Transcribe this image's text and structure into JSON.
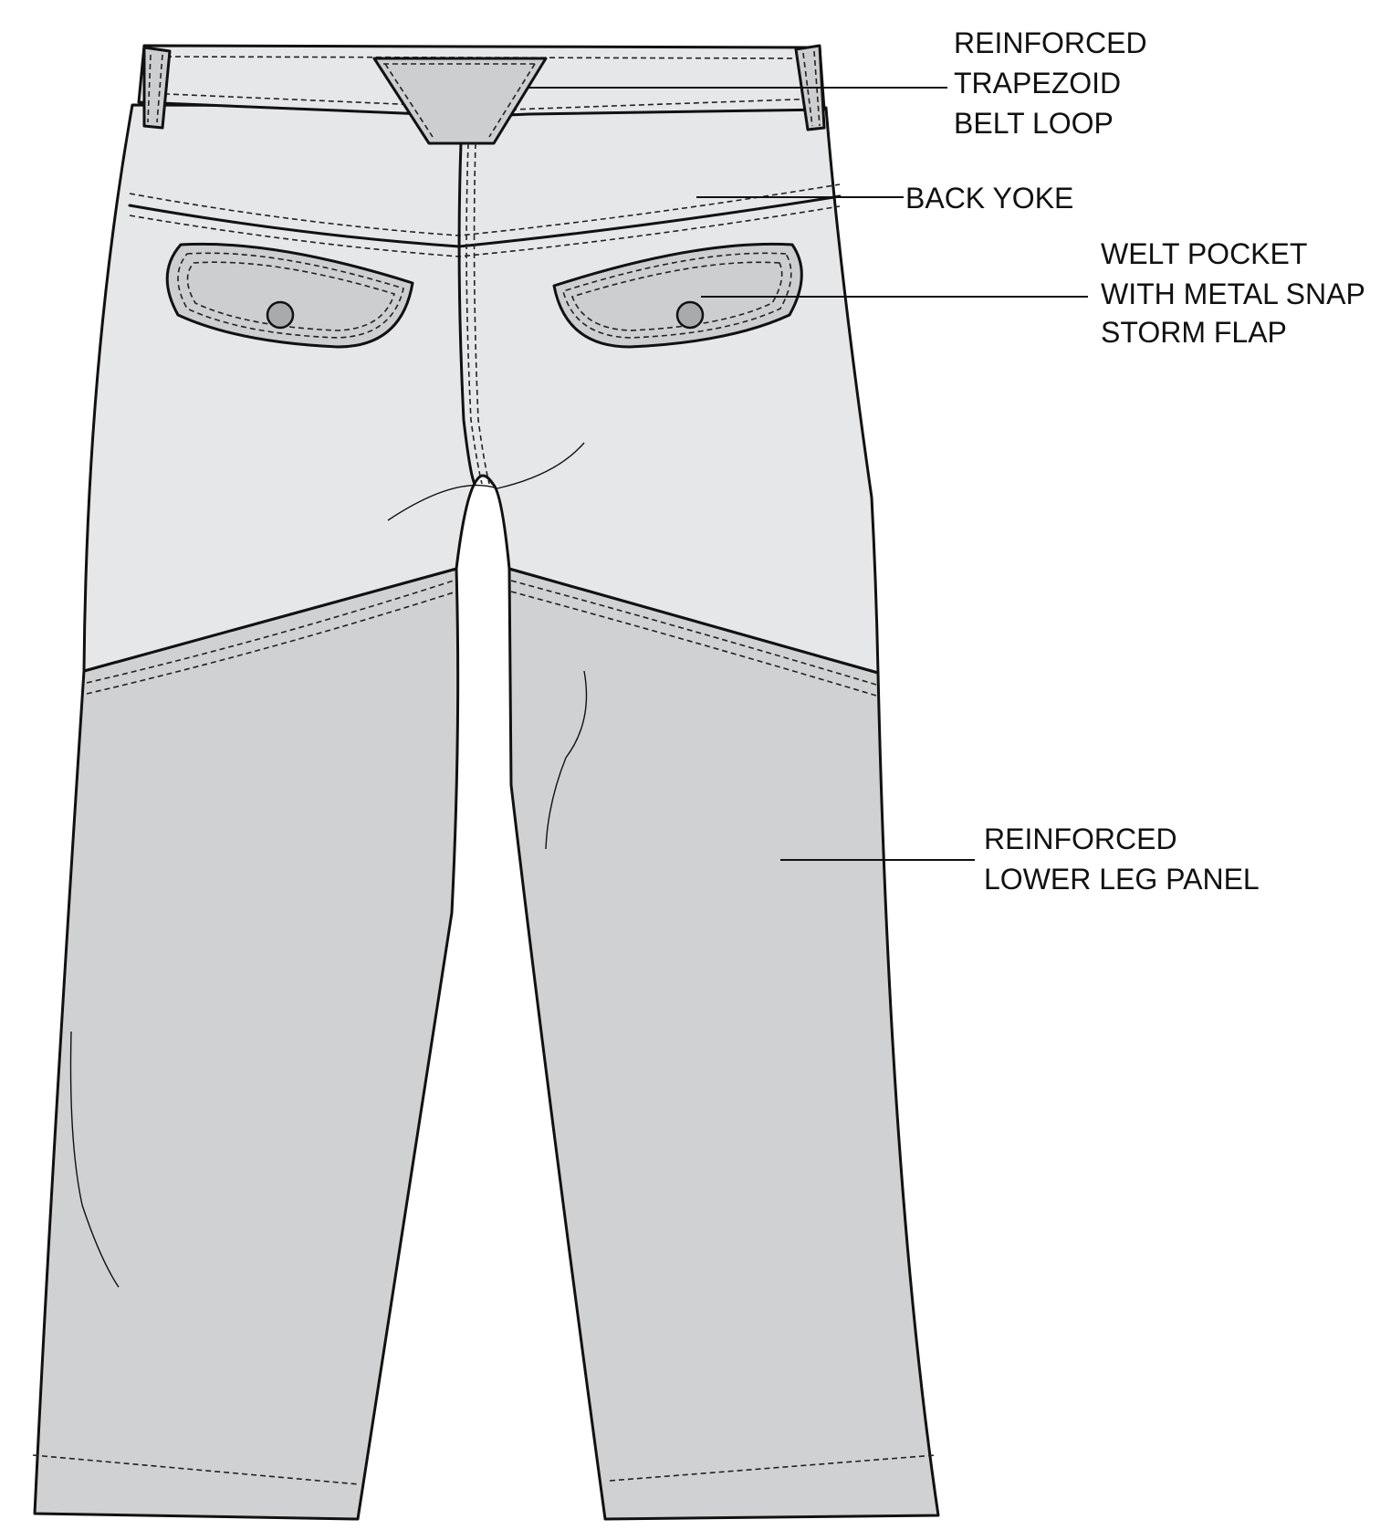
{
  "colors": {
    "upper_panel": "#e6e7e9",
    "lower_panel": "#d0d1d3",
    "accent_panel": "#cdcecf",
    "snap": "#a9aaac",
    "line": "#111111"
  },
  "labels": {
    "belt_loop": [
      "REINFORCED",
      "TRAPEZOID",
      "BELT LOOP"
    ],
    "back_yoke": [
      "BACK YOKE"
    ],
    "welt_pocket": [
      "WELT POCKET",
      "WITH METAL SNAP",
      "STORM FLAP"
    ],
    "lower_leg": [
      "REINFORCED",
      "LOWER LEG PANEL"
    ]
  }
}
